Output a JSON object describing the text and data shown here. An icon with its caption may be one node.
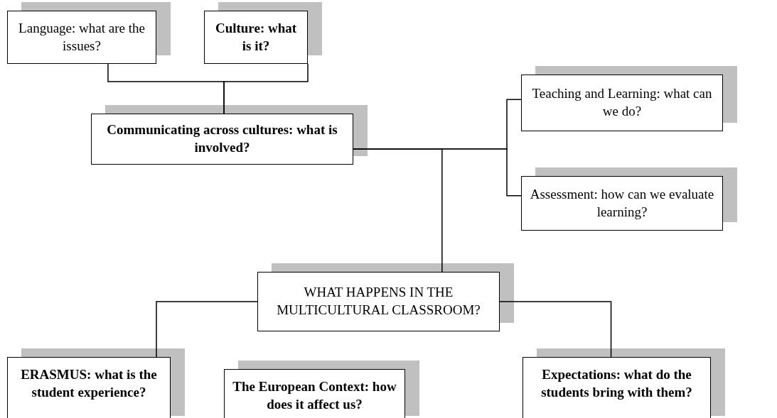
{
  "diagram": {
    "nodes": [
      {
        "text": [
          "Language: what are the issues?"
        ]
      },
      {
        "text": [
          "Culture: what is it?"
        ]
      },
      {
        "text": [
          "Communicating across cultures: what is involved?"
        ]
      },
      {
        "text": [
          "Teaching and Learning: what can we do?"
        ]
      },
      {
        "text": [
          "Assessment: how can we evaluate learning?"
        ]
      },
      {
        "text": [
          "WHAT HAPPENS IN THE MULTICULTURAL CLASSROOM?"
        ]
      },
      {
        "text": [
          "ERASMUS: what is the student experience?"
        ]
      },
      {
        "text": [
          "The European Context: how does it affect us?"
        ]
      },
      {
        "text": [
          "Expectations: what do the students bring with them?"
        ]
      }
    ],
    "edges": [
      {
        "from": 0,
        "to": 2,
        "arrow": "none"
      },
      {
        "from": 1,
        "to": 2,
        "arrow": "none"
      },
      {
        "from": 2,
        "to": 3,
        "arrow": "none"
      },
      {
        "from": 2,
        "to": 4,
        "arrow": "none"
      },
      {
        "from": 2,
        "to": 5,
        "arrow": "none"
      },
      {
        "from": 5,
        "to": 6,
        "arrow": "none"
      },
      {
        "from": 5,
        "to": 8,
        "arrow": "none"
      }
    ]
  }
}
